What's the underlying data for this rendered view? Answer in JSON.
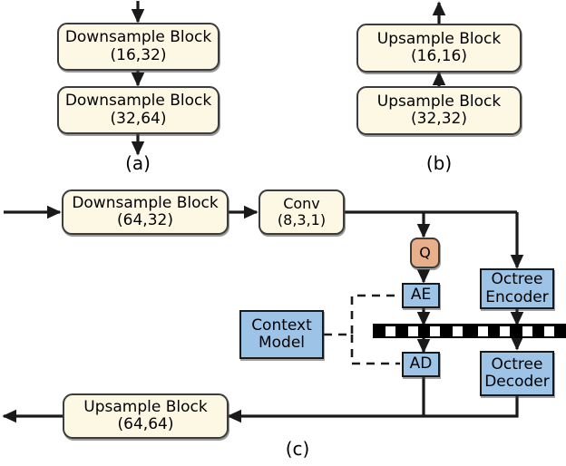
{
  "figure": {
    "panels": [
      {
        "id": "a",
        "label": "(a)",
        "blocks": [
          {
            "name": "downsample-block-16-32",
            "line1": "Downsample Block",
            "line2": "(16,32)"
          },
          {
            "name": "downsample-block-32-64",
            "line1": "Downsample Block",
            "line2": "(32,64)"
          }
        ]
      },
      {
        "id": "b",
        "label": "(b)",
        "blocks": [
          {
            "name": "upsample-block-16-16",
            "line1": "Upsample Block",
            "line2": "(16,16)"
          },
          {
            "name": "upsample-block-32-32",
            "line1": "Upsample Block",
            "line2": "(32,32)"
          }
        ]
      },
      {
        "id": "c",
        "label": "(c)",
        "blocks": [
          {
            "name": "downsample-block-64-32",
            "line1": "Downsample Block",
            "line2": "(64,32)"
          },
          {
            "name": "conv-block",
            "line1": "Conv",
            "line2": "(8,3,1)"
          },
          {
            "name": "quantizer-block",
            "line1": "Q",
            "line2": ""
          },
          {
            "name": "arithmetic-encoder-block",
            "line1": "AE",
            "line2": ""
          },
          {
            "name": "arithmetic-decoder-block",
            "line1": "AD",
            "line2": ""
          },
          {
            "name": "context-model-block",
            "line1": "Context",
            "line2": "Model"
          },
          {
            "name": "octree-encoder-block",
            "line1": "Octree",
            "line2": "Encoder"
          },
          {
            "name": "octree-decoder-block",
            "line1": "Octree",
            "line2": "Decoder"
          },
          {
            "name": "upsample-block-64-64",
            "line1": "Upsample Block",
            "line2": "(64,64)"
          }
        ]
      }
    ]
  },
  "colors": {
    "block_cream": "#FDF8E4",
    "block_blue": "#9DC3E6",
    "block_peach": "#E8B08A",
    "stroke": "#1a1a1a",
    "background": "#ffffff",
    "bitstream": "#000000"
  },
  "bitstreams": [
    {
      "name": "feature-bitstream",
      "segments": 4
    },
    {
      "name": "octree-bitstream",
      "segments": 4
    }
  ]
}
